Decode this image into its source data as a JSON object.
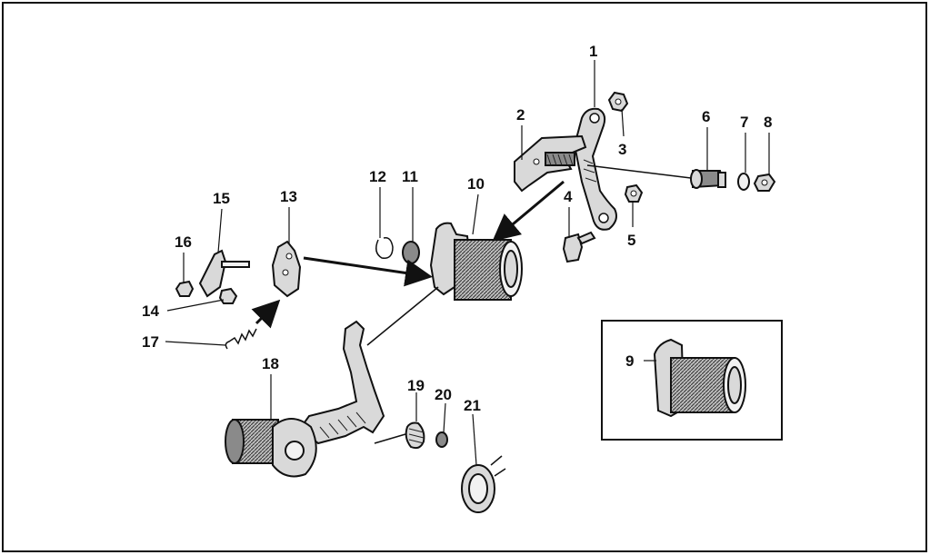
{
  "diagram": {
    "callouts": [
      "1",
      "2",
      "3",
      "4",
      "5",
      "6",
      "7",
      "8",
      "9",
      "10",
      "11",
      "12",
      "13",
      "14",
      "15",
      "16",
      "17",
      "18",
      "19",
      "20",
      "21"
    ]
  },
  "colors": {
    "line": "#111111",
    "background": "#ffffff",
    "part_fill": "#d9d9d9",
    "part_dark": "#8a8a8a"
  }
}
